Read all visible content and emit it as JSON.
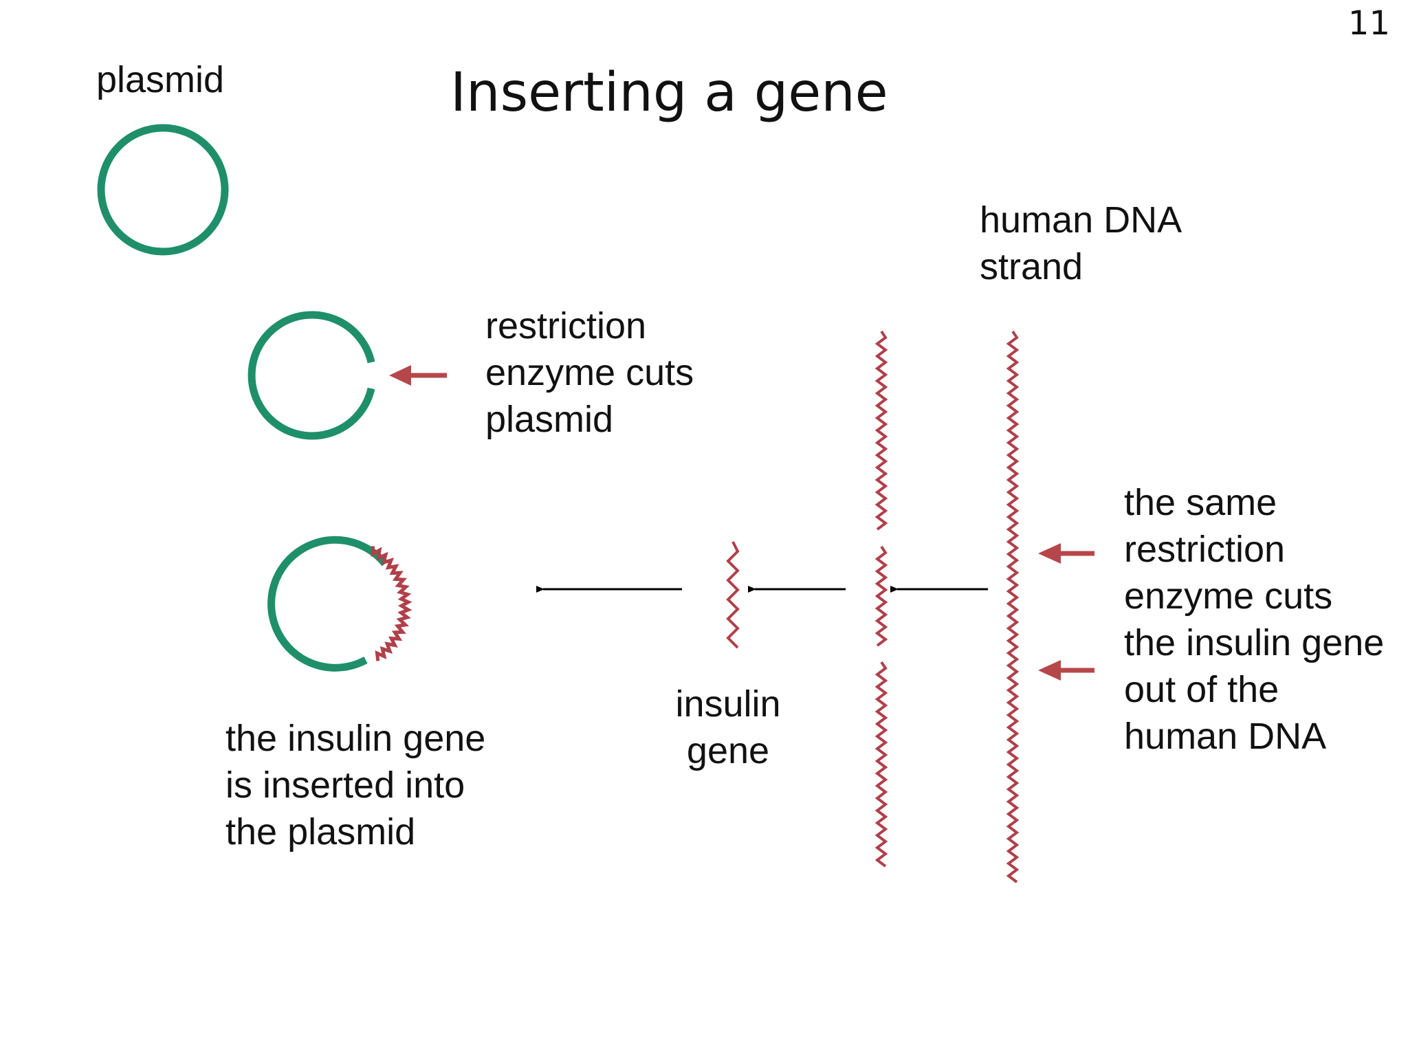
{
  "slide_number": "11",
  "title": "Inserting a gene",
  "labels": {
    "plasmid": "plasmid",
    "restriction": [
      "restriction",
      "enzyme cuts",
      "plasmid"
    ],
    "human_dna": [
      "human DNA",
      "strand"
    ],
    "same_restriction": [
      "the same",
      "restriction",
      "enzyme cuts",
      "the insulin gene",
      "out of the",
      "human DNA"
    ],
    "insulin_gene": [
      "insulin",
      "gene"
    ],
    "inserted": [
      "the insulin gene",
      "is inserted into",
      "the plasmid"
    ]
  },
  "colors": {
    "plasmid_green": "#1f8f6a",
    "dna_red": "#b0404a",
    "arrow_red": "#b5474b",
    "arrow_black": "#000000",
    "text": "#111111"
  },
  "icons": {
    "plasmid": "circle-ring",
    "dna": "wavy-line",
    "arrow": "arrow-left"
  }
}
